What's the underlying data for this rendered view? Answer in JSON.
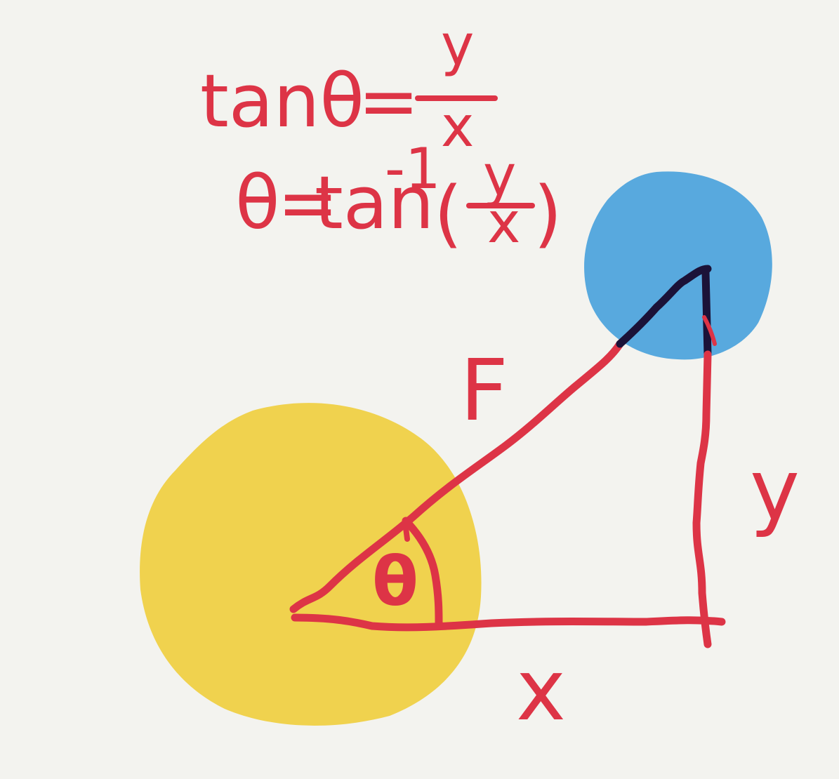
{
  "equations": {
    "line1": {
      "lhs": "tanθ",
      "equals": "=",
      "numerator": "y",
      "denominator": "x"
    },
    "line2": {
      "lhs": "θ",
      "equals": "=",
      "func": "tan",
      "superscript": "-1",
      "open_paren": "(",
      "numerator": "y",
      "denominator": "x",
      "close_paren": ")"
    }
  },
  "labels": {
    "force": "F",
    "x_side": "x",
    "y_side": "y",
    "angle": "θ"
  },
  "colors": {
    "background": "#f3f3ef",
    "ink": "#dd3446",
    "origin_ball": "#f0d24e",
    "target_ball": "#58a9de",
    "overlap_line": "#1b1238"
  }
}
